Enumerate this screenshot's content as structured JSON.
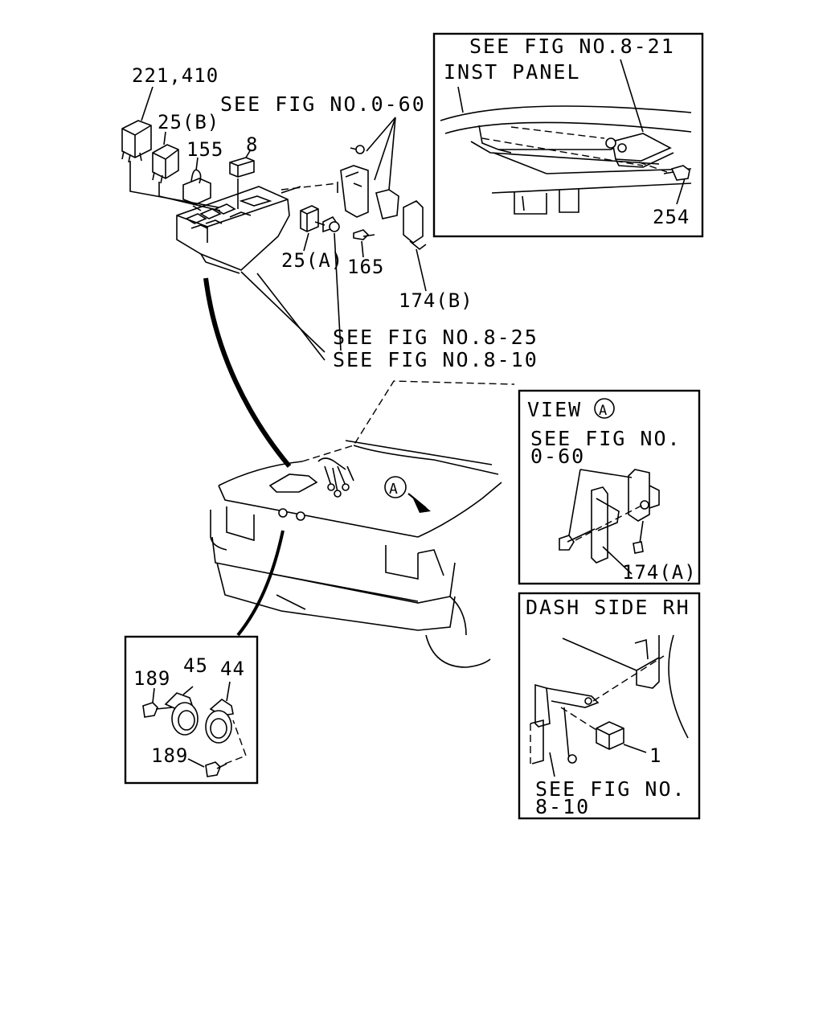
{
  "refs": {
    "fig_0_60_top": "SEE FIG NO.0-60",
    "fig_8_21": "SEE FIG NO.8-21",
    "inst_panel": "INST PANEL",
    "fig_8_25": "SEE FIG NO.8-25",
    "fig_8_10_main": "SEE FIG NO.8-10",
    "view_a_title": "VIEW",
    "view_a_marker": "A",
    "view_a_ref_line1": "SEE FIG NO.",
    "view_a_ref_line2": "0-60",
    "dash_side_title": "DASH SIDE RH",
    "dash_ref_line1": "SEE FIG NO.",
    "dash_ref_line2": "8-10",
    "car_marker": "A"
  },
  "parts": {
    "p_221_410": "221,410",
    "p_25b": "25(B)",
    "p_155": "155",
    "p_8": "8",
    "p_25a": "25(A)",
    "p_165": "165",
    "p_174b": "174(B)",
    "p_254": "254",
    "p_174a": "174(A)",
    "p_1": "1",
    "p_45": "45",
    "p_44": "44",
    "p_189_top": "189",
    "p_189_bottom": "189"
  }
}
